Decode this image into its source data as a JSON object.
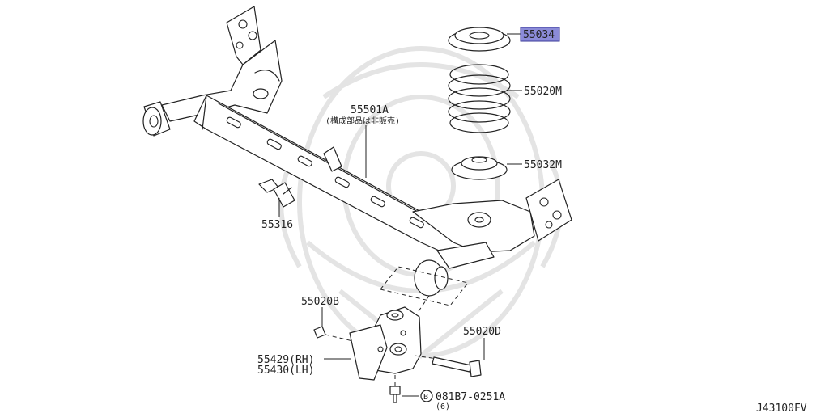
{
  "diagram": {
    "labels": {
      "p55034": "55034",
      "p55020m": "55020M",
      "p55032m": "55032M",
      "p55501a": "55501A",
      "p55501a_note": "(構成部品は非販売)",
      "p55316": "55316",
      "p55020b": "55020B",
      "p55020d": "55020D",
      "p55429": "55429(RH)",
      "p55430": "55430(LH)",
      "bolt_code": "081B7-0251A",
      "bolt_qty": "(6)",
      "bolt_symbol": "B"
    },
    "figure_code": "J43100FV",
    "highlight_color": "#8b8bd8"
  }
}
